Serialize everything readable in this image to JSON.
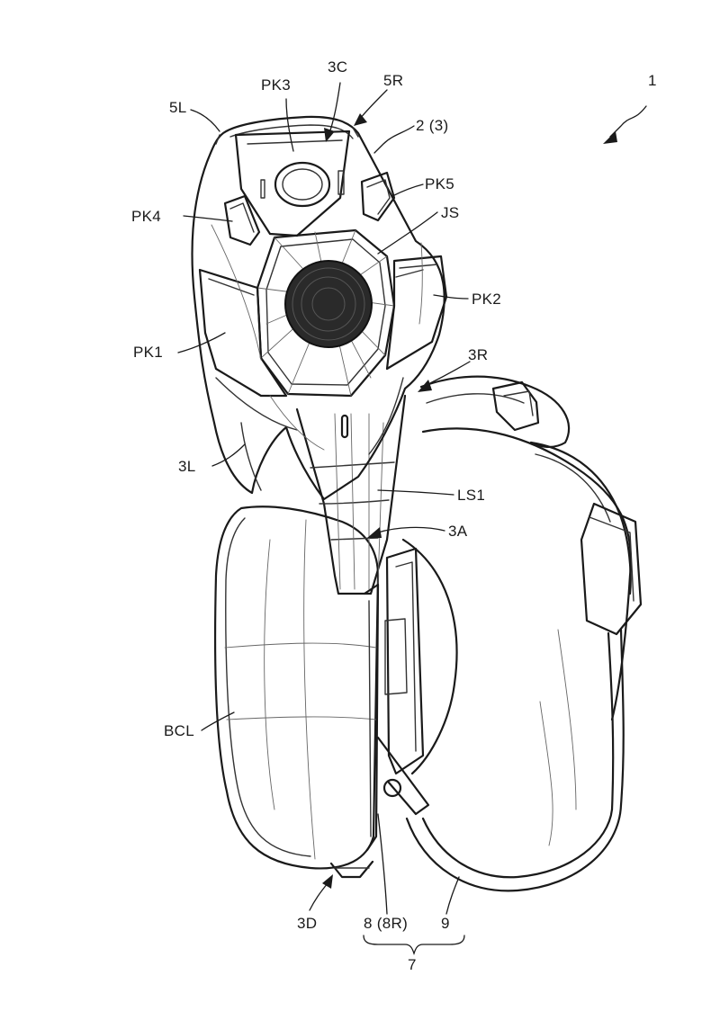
{
  "labels": {
    "fig_ref": "1",
    "pk3": "PK3",
    "c3": "3C",
    "r5": "5R",
    "l5": "5L",
    "body": "2 (3)",
    "pk5": "PK5",
    "pk4": "PK4",
    "js": "JS",
    "pk2": "PK2",
    "pk1": "PK1",
    "r3": "3R",
    "l3": "3L",
    "ls1": "LS1",
    "a3": "3A",
    "bcl": "BCL",
    "d3": "3D",
    "r8": "8 (8R)",
    "n9": "9",
    "n7": "7"
  },
  "colors": {
    "line": "#1a1a1a",
    "background": "#ffffff"
  }
}
